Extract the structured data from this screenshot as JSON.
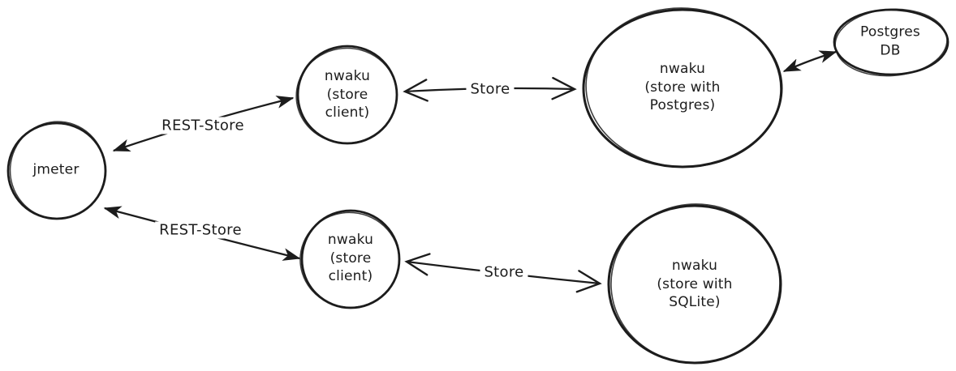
{
  "diagram": {
    "background_color": "#ffffff",
    "stroke_color": "#1c1c1c",
    "style": "hand-drawn sketch (excalidraw-like)",
    "nodes": [
      {
        "id": "jmeter",
        "shape": "circle",
        "label": "jmeter"
      },
      {
        "id": "nwaku-store-client-top",
        "shape": "circle",
        "label": "nwaku\n(store\nclient)"
      },
      {
        "id": "nwaku-store-postgres",
        "shape": "ellipse",
        "label": "nwaku\n(store with\nPostgres)"
      },
      {
        "id": "postgres-db",
        "shape": "ellipse",
        "label": "Postgres\nDB"
      },
      {
        "id": "nwaku-store-client-bottom",
        "shape": "circle",
        "label": "nwaku\n(store\nclient)"
      },
      {
        "id": "nwaku-store-sqlite",
        "shape": "circle",
        "label": "nwaku\n(store with\nSQLite)"
      }
    ],
    "edges": [
      {
        "id": "rest-store-top",
        "from": "jmeter",
        "to": "nwaku-store-client-top",
        "label": "REST-Store",
        "arrow": "double-filled"
      },
      {
        "id": "store-top",
        "from": "nwaku-store-client-top",
        "to": "nwaku-store-postgres",
        "label": "Store",
        "arrow": "double-open"
      },
      {
        "id": "postgres-link",
        "from": "nwaku-store-postgres",
        "to": "postgres-db",
        "label": "",
        "arrow": "double-filled"
      },
      {
        "id": "rest-store-bottom",
        "from": "jmeter",
        "to": "nwaku-store-client-bottom",
        "label": "REST-Store",
        "arrow": "double-filled"
      },
      {
        "id": "store-bottom",
        "from": "nwaku-store-client-bottom",
        "to": "nwaku-store-sqlite",
        "label": "Store",
        "arrow": "double-open"
      }
    ]
  }
}
